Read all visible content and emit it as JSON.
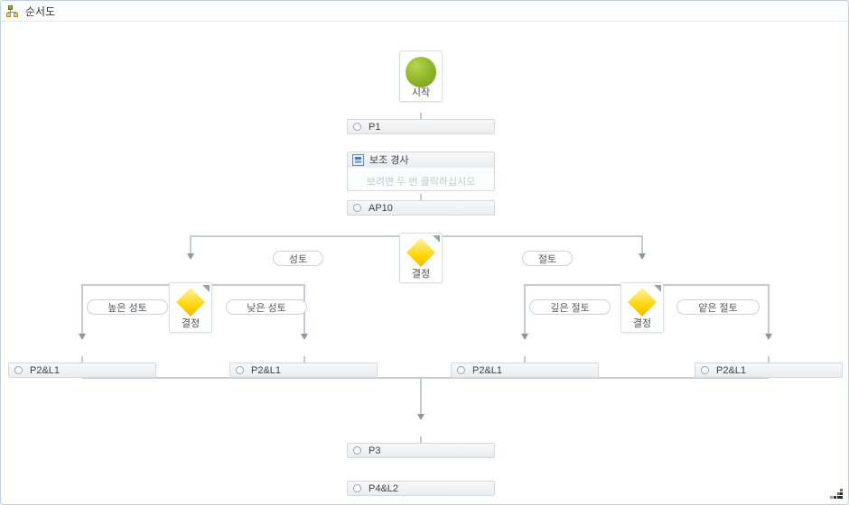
{
  "header": {
    "title": "순서도"
  },
  "flow": {
    "start": {
      "label": "시작"
    },
    "p1": {
      "label": "P1"
    },
    "subprocess": {
      "label": "보조 경사",
      "hint": "보려면 두 번 클릭하십시오"
    },
    "ap10": {
      "label": "AP10"
    },
    "decision_main": {
      "label": "결정"
    },
    "decision_left": {
      "label": "결정"
    },
    "decision_right": {
      "label": "결정"
    },
    "p2_boxes": [
      {
        "label": "P2&L1"
      },
      {
        "label": "P2&L1"
      },
      {
        "label": "P2&L1"
      },
      {
        "label": "P2&L1"
      }
    ],
    "p3": {
      "label": "P3"
    },
    "p4": {
      "label": "P4&L2"
    }
  },
  "branch_labels": {
    "fill": "성토",
    "cut": "절토",
    "high_fill": "높은 성토",
    "low_fill": "낮은 성토",
    "deep_cut": "깊은 절토",
    "shallow_cut": "얕은 절토"
  },
  "colors": {
    "start_node": "#8cb327",
    "decision_node": "#ffd400",
    "connector": "#c3cbd4",
    "arrowhead": "#8f969e",
    "window_border": "#bfd3de"
  }
}
